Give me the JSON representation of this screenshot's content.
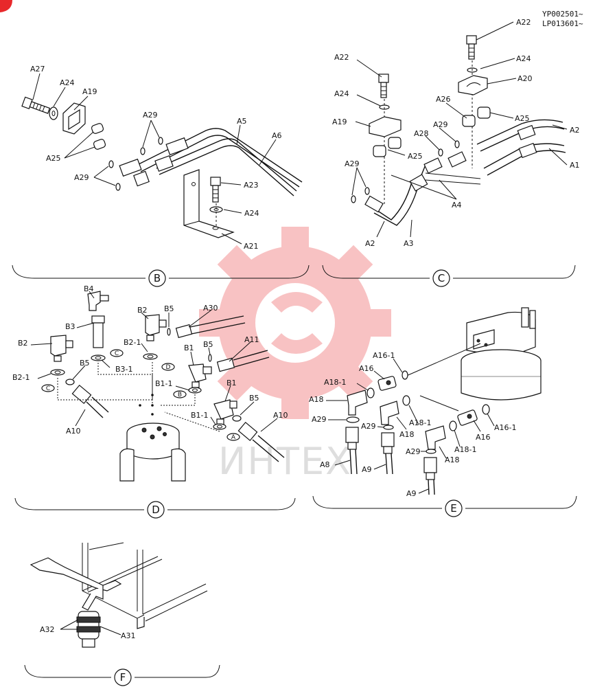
{
  "serials": [
    "YP002501~",
    "LP013601~"
  ],
  "watermark": {
    "text": "ИНТЕХ",
    "color": "#e8282b"
  },
  "sections": {
    "B": "B",
    "C": "C",
    "D": "D",
    "E": "E",
    "F": "F"
  },
  "markers": {
    "A": "A",
    "B": "B",
    "C": "C",
    "D": "D"
  },
  "labels": {
    "b_a27": "A27",
    "b_a24": "A24",
    "b_a19": "A19",
    "b_a25": "A25",
    "b_a29_1": "A29",
    "b_a5": "A5",
    "b_a6": "A6",
    "b_a29_2": "A29",
    "b_a23": "A23",
    "b_a24_2": "A24",
    "b_a21": "A21",
    "c_a22_1": "A22",
    "c_a24_1": "A24",
    "c_a20": "A20",
    "c_a22_2": "A22",
    "c_a24_2": "A24",
    "c_a26": "A26",
    "c_a25_1": "A25",
    "c_a19": "A19",
    "c_a29_1": "A29",
    "c_a28": "A28",
    "c_a2_1": "A2",
    "c_a1": "A1",
    "c_a25_2": "A25",
    "c_a29_2": "A29",
    "c_a4": "A4",
    "c_a2_2": "A2",
    "c_a3": "A3",
    "d_b4": "B4",
    "d_b2_1": "B2",
    "d_b5_1": "B5",
    "d_a30": "A30",
    "d_b3": "B3",
    "d_b2_2": "B2",
    "d_b2_1b": "B2-1",
    "d_b3_1": "B3-1",
    "d_b1_1": "B1",
    "d_b5_2": "B5",
    "d_a11": "A11",
    "d_b2_1c": "B2-1",
    "d_b5_3": "B5",
    "d_b1_1b": "B1-1",
    "d_b1_2": "B1",
    "d_b5_4": "B5",
    "d_b1_1c": "B1-1",
    "d_a10_1": "A10",
    "d_a10_2": "A10",
    "e_a16_1a": "A16-1",
    "e_a16_1": "A16",
    "e_a18_1a": "A18-1",
    "e_a18_1": "A18",
    "e_a29_1": "A29",
    "e_a29_2": "A29",
    "e_a18_2": "A18",
    "e_a18_1b": "A18-1",
    "e_a16_2": "A16",
    "e_a16_1b": "A16-1",
    "e_a18_1c": "A18-1",
    "e_a29_3": "A29",
    "e_a18_3": "A18",
    "e_a8": "A8",
    "e_a9_1": "A9",
    "e_a9_2": "A9",
    "f_a32": "A32",
    "f_a31": "A31"
  }
}
